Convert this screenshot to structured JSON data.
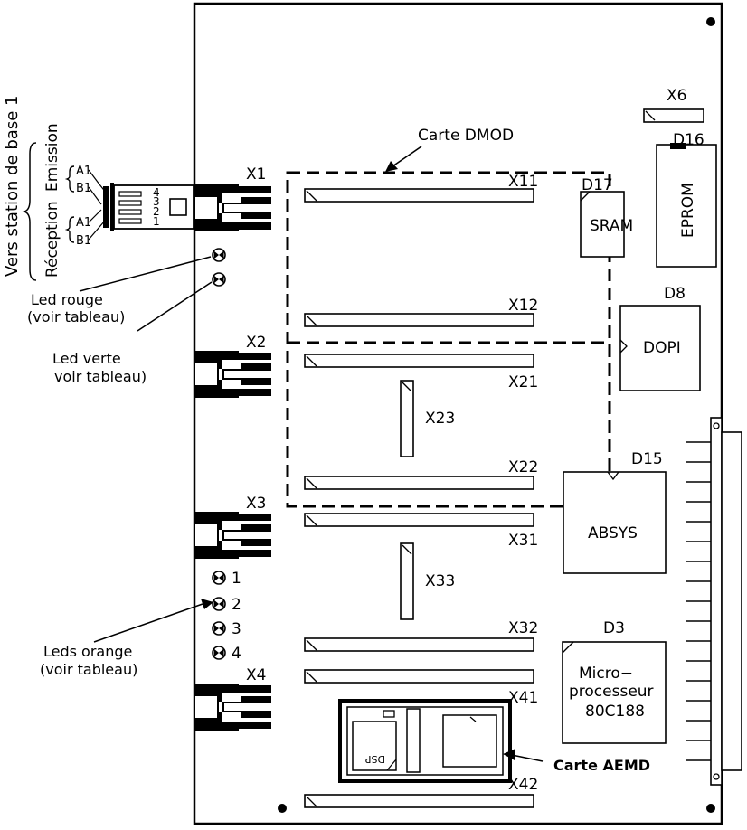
{
  "side_labels": {
    "vers_station": "Vers station de base 1",
    "emission": "Emission",
    "reception": "Réception",
    "pin_a1_top": "A1",
    "pin_b1_top": "B1",
    "pin_a1_bottom": "A1",
    "pin_b1_bottom": "B1",
    "pin4": "4",
    "pin3": "3",
    "pin2": "2",
    "pin1": "1"
  },
  "connectors_left": {
    "x1": "X1",
    "x2": "X2",
    "x3": "X3",
    "x4": "X4"
  },
  "leds": {
    "led_rouge_line1": "Led rouge",
    "led_rouge_line2": "(voir tableau)",
    "led_verte_line1": "Led verte",
    "led_verte_line2": "voir tableau)",
    "orange_1": "1",
    "orange_2": "2",
    "orange_3": "3",
    "orange_4": "4",
    "leds_orange_line1": "Leds orange",
    "leds_orange_line2": "(voir tableau)"
  },
  "slots": {
    "x11": "X11",
    "x12": "X12",
    "x21": "X21",
    "x22": "X22",
    "x23": "X23",
    "x31": "X31",
    "x32": "X32",
    "x33": "X33",
    "x41": "X41",
    "x42": "X42",
    "x6": "X6"
  },
  "boards": {
    "carte_dmod": "Carte DMOD",
    "carte_aemd": "Carte AEMD",
    "dsp": "DSP"
  },
  "chips": {
    "d16": "D16",
    "eprom": "EPROM",
    "d17": "D17",
    "sram": "SRAM",
    "d8": "D8",
    "dopi": "DOPI",
    "d15": "D15",
    "absys": "ABSYS",
    "d3": "D3",
    "micro_line1": "Micro−",
    "micro_line2": "processeur",
    "micro_line3": "80C188"
  }
}
